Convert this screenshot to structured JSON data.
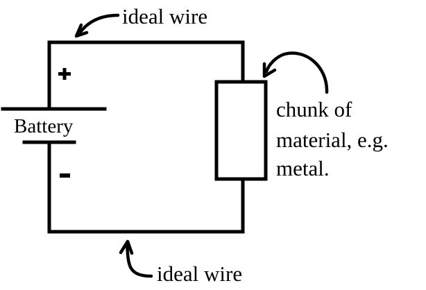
{
  "diagram": {
    "type": "circuit",
    "labels": {
      "top_wire": "ideal wire",
      "bottom_wire": "ideal wire",
      "battery": "Battery",
      "positive_terminal": "+",
      "negative_terminal": "-",
      "resistor_line1": "chunk of",
      "resistor_line2": "material, e.g.",
      "resistor_line3": "metal."
    },
    "components": [
      "battery",
      "resistor (chunk of material)",
      "ideal wire (top)",
      "ideal wire (bottom)"
    ],
    "colors": {
      "stroke": "#000000",
      "background": "#ffffff"
    }
  }
}
